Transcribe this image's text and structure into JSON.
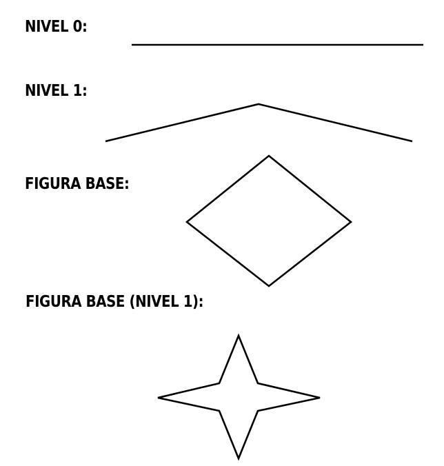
{
  "labels": {
    "nivel0": "NIVEL 0:",
    "nivel1": "NIVEL 1:",
    "figura_base": "FIGURA BASE:",
    "figura_base_nivel1": "FIGURA BASE (NIVEL 1):"
  },
  "colors": {
    "background": "#ffffff",
    "ink": "#000000"
  }
}
